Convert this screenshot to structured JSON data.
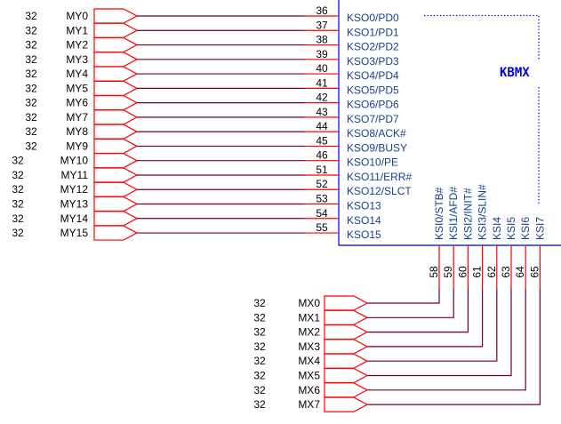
{
  "component": {
    "name": "KBMX",
    "colors": {
      "box": "#0000cc",
      "pin_line": "#ff0000",
      "wire": "#6b0036",
      "port": "#ff0000",
      "signal_text": "#1a3f8f"
    }
  },
  "left_ports": [
    {
      "sheet": "32",
      "net": "MY0",
      "pin": "36",
      "signal": "KSO0/PD0"
    },
    {
      "sheet": "32",
      "net": "MY1",
      "pin": "37",
      "signal": "KSO1/PD1"
    },
    {
      "sheet": "32",
      "net": "MY2",
      "pin": "38",
      "signal": "KSO2/PD2"
    },
    {
      "sheet": "32",
      "net": "MY3",
      "pin": "39",
      "signal": "KSO3/PD3"
    },
    {
      "sheet": "32",
      "net": "MY4",
      "pin": "40",
      "signal": "KSO4/PD4"
    },
    {
      "sheet": "32",
      "net": "MY5",
      "pin": "41",
      "signal": "KSO5/PD5"
    },
    {
      "sheet": "32",
      "net": "MY6",
      "pin": "42",
      "signal": "KSO6/PD6"
    },
    {
      "sheet": "32",
      "net": "MY7",
      "pin": "43",
      "signal": "KSO7/PD7"
    },
    {
      "sheet": "32",
      "net": "MY8",
      "pin": "44",
      "signal": "KSO8/ACK#"
    },
    {
      "sheet": "32",
      "net": "MY9",
      "pin": "45",
      "signal": "KSO9/BUSY"
    },
    {
      "sheet": "32",
      "net": "MY10",
      "pin": "46",
      "signal": "KSO10/PE"
    },
    {
      "sheet": "32",
      "net": "MY11",
      "pin": "51",
      "signal": "KSO11/ERR#"
    },
    {
      "sheet": "32",
      "net": "MY12",
      "pin": "52",
      "signal": "KSO12/SLCT"
    },
    {
      "sheet": "32",
      "net": "MY13",
      "pin": "53",
      "signal": "KSO13"
    },
    {
      "sheet": "32",
      "net": "MY14",
      "pin": "54",
      "signal": "KSO14"
    },
    {
      "sheet": "32",
      "net": "MY15",
      "pin": "55",
      "signal": "KSO15"
    }
  ],
  "bottom_ports": [
    {
      "sheet": "32",
      "net": "MX0",
      "pin": "58",
      "signal": "KSI0/STB#"
    },
    {
      "sheet": "32",
      "net": "MX1",
      "pin": "59",
      "signal": "KSI1/AFD#"
    },
    {
      "sheet": "32",
      "net": "MX2",
      "pin": "60",
      "signal": "KSI2/INIT#"
    },
    {
      "sheet": "32",
      "net": "MX3",
      "pin": "61",
      "signal": "KSI3/SLIN#"
    },
    {
      "sheet": "32",
      "net": "MX4",
      "pin": "62",
      "signal": "KSI4"
    },
    {
      "sheet": "32",
      "net": "MX5",
      "pin": "63",
      "signal": "KSI5"
    },
    {
      "sheet": "32",
      "net": "MX6",
      "pin": "64",
      "signal": "KSI6"
    },
    {
      "sheet": "32",
      "net": "MX7",
      "pin": "65",
      "signal": "KSI7"
    }
  ]
}
